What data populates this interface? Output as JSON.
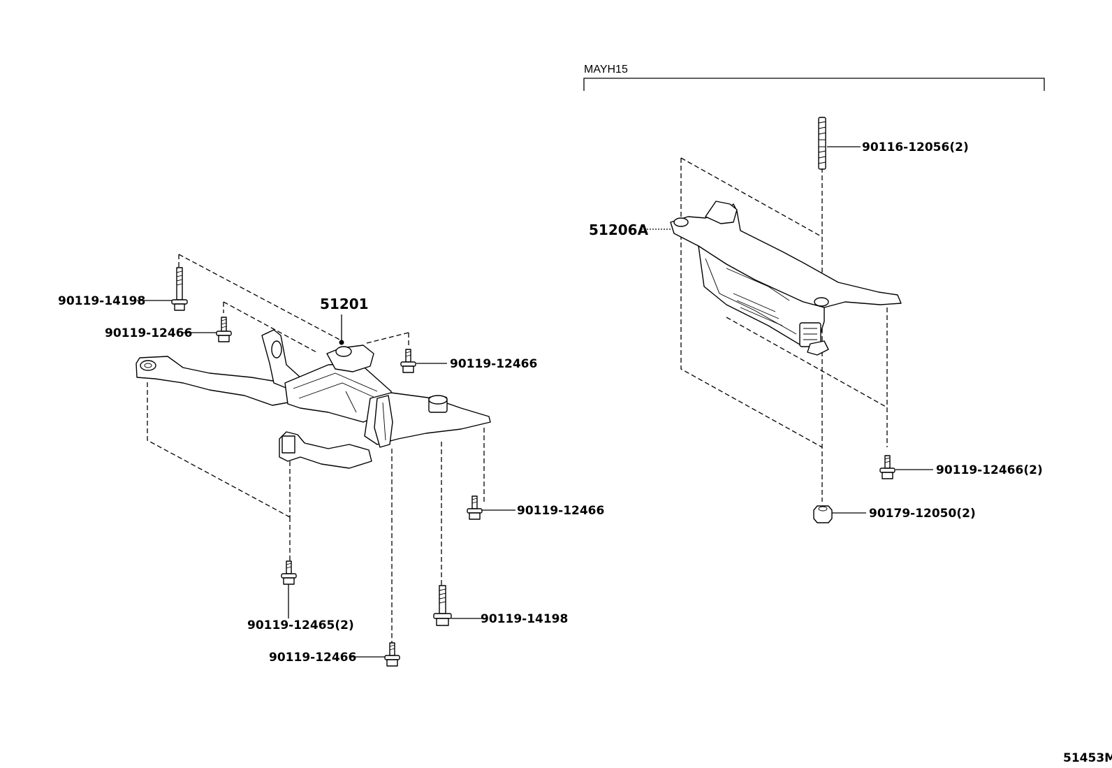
{
  "diagram_code": "51453M",
  "group_header": "MAYH15",
  "labels": {
    "crossmember_front": "51201",
    "crossmember_rear": "51206A",
    "bolt_14198_top": "90119-14198",
    "bolt_12466_left": "90119-12466",
    "bolt_12466_right": "90119-12466",
    "bolt_12466_mid": "90119-12466",
    "bolt_12465_x2": "90119-12465(2)",
    "bolt_14198_bottom": "90119-14198",
    "bolt_12466_bottom": "90119-12466",
    "stud_12056_x2": "90116-12056(2)",
    "bolt_12466_x2": "90119-12466(2)",
    "nut_12050_x2": "90179-12050(2)"
  }
}
